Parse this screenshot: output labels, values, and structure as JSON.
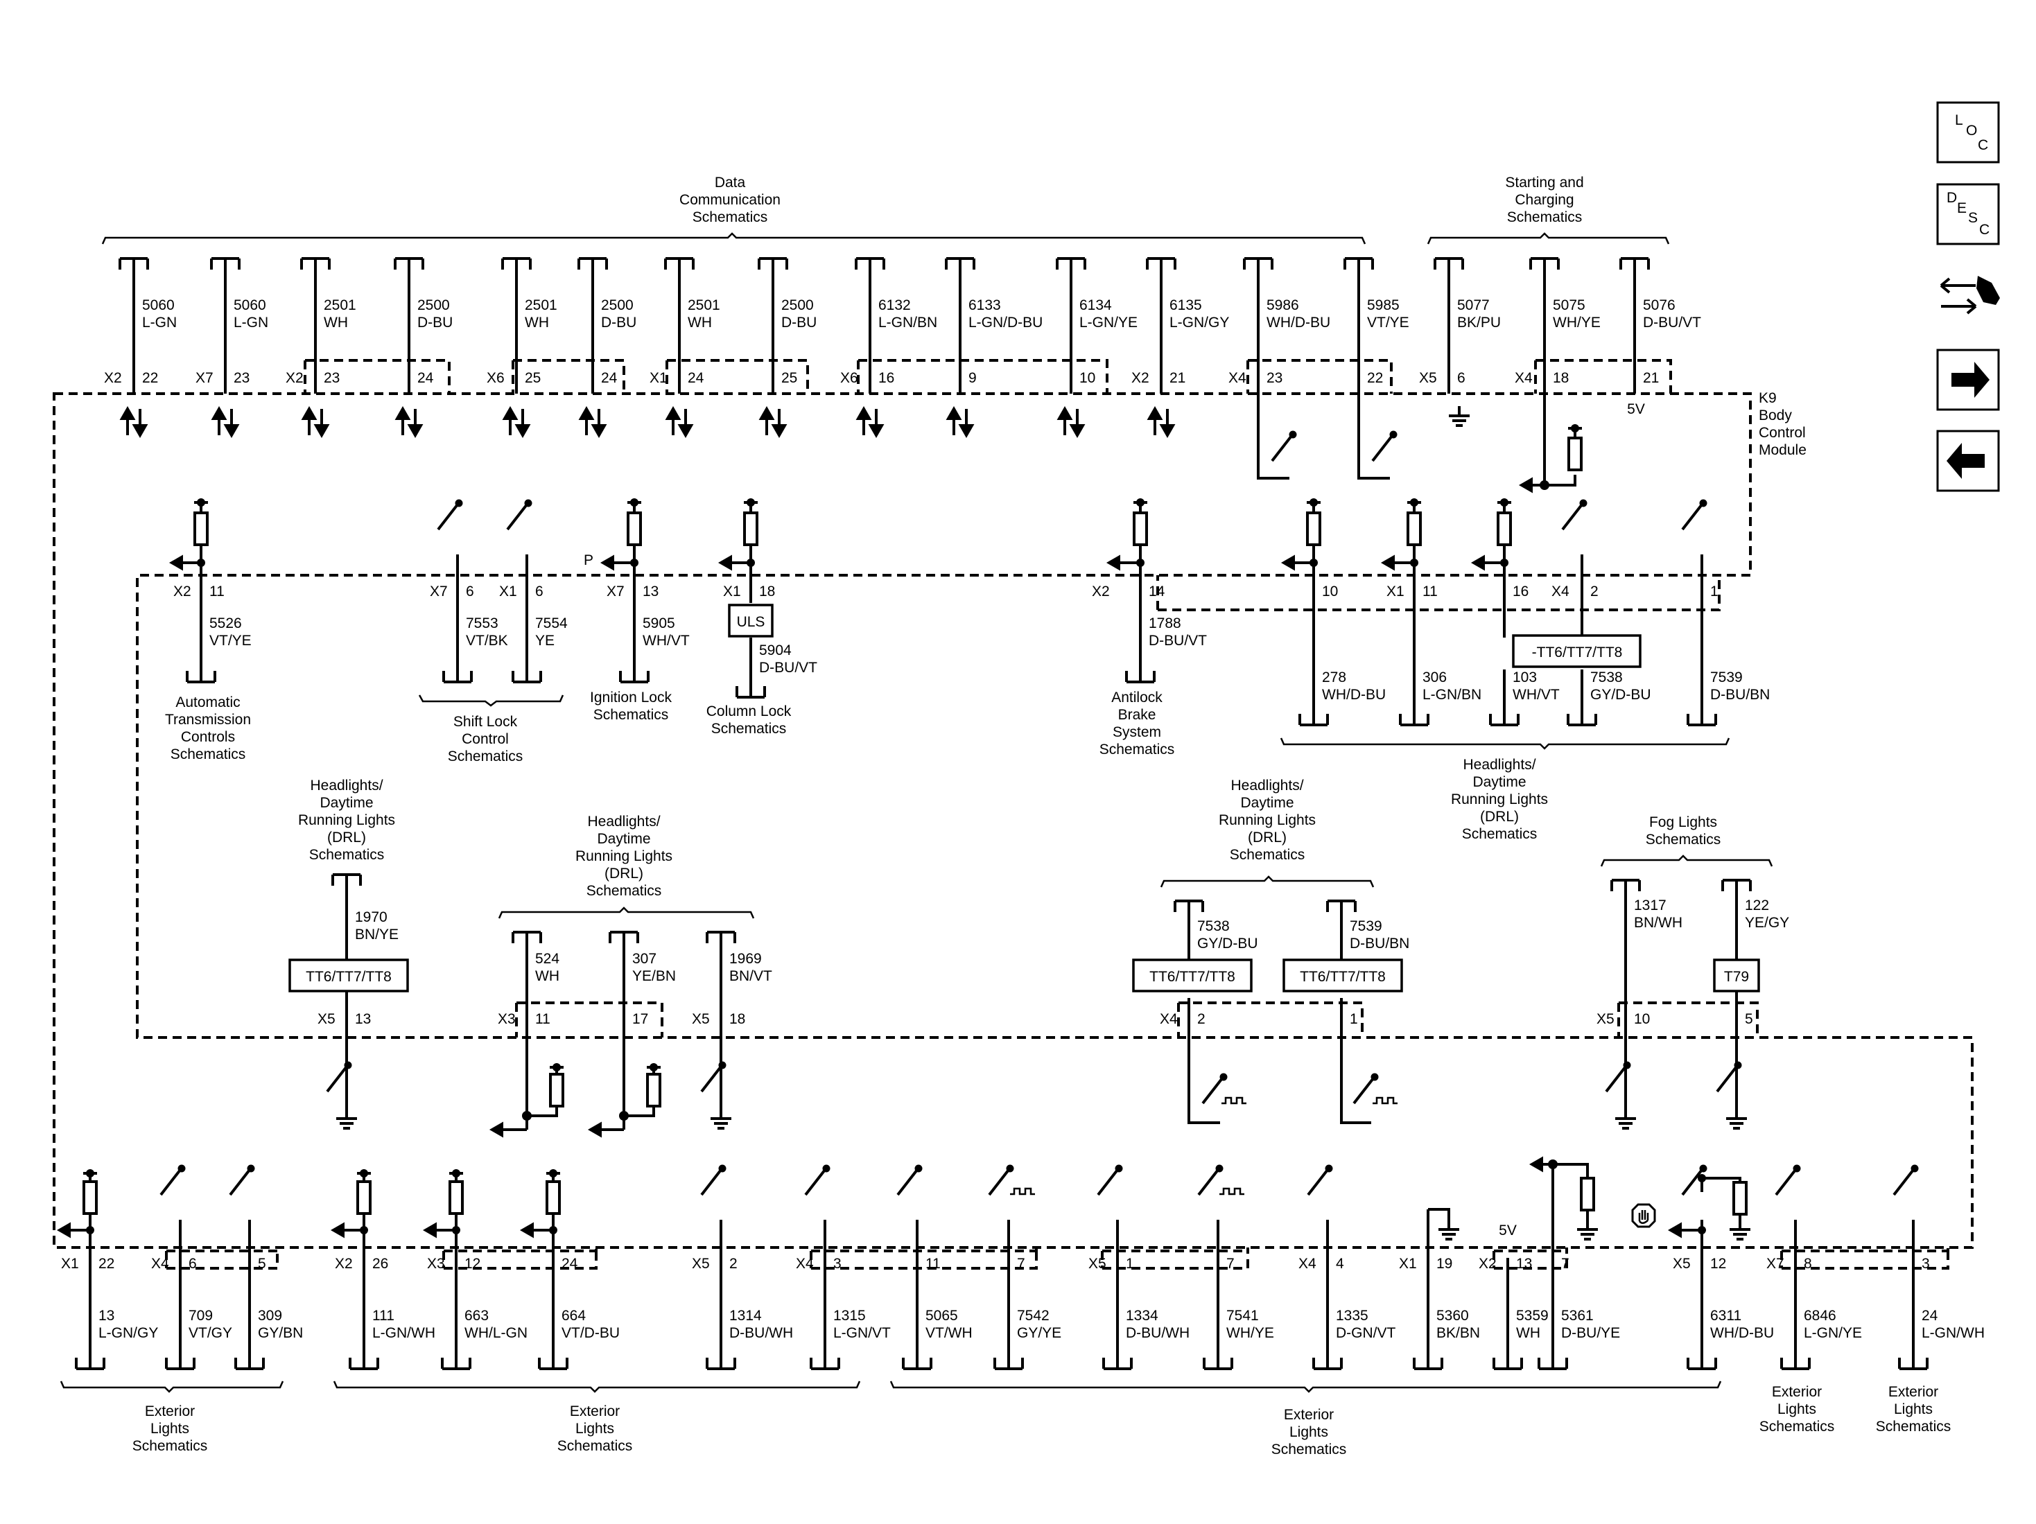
{
  "module": {
    "ref": "K9",
    "l1": "Body",
    "l2": "Control",
    "l3": "Module"
  },
  "refs": {
    "data_comm": [
      "Data",
      "Communication",
      "Schematics"
    ],
    "starting": [
      "Starting and",
      "Charging",
      "Schematics"
    ],
    "atc": [
      "Automatic",
      "Transmission",
      "Controls",
      "Schematics"
    ],
    "shift": [
      "Shift Lock",
      "Control",
      "Schematics"
    ],
    "ign": [
      "Ignition Lock",
      "Schematics"
    ],
    "col": [
      "Column Lock",
      "Schematics"
    ],
    "abs": [
      "Antilock",
      "Brake",
      "System",
      "Schematics"
    ],
    "hl_right": [
      "Headlights/",
      "Daytime",
      "Running Lights",
      "(DRL)",
      "Schematics"
    ],
    "hl_left": [
      "Headlights/",
      "Daytime",
      "Running Lights",
      "(DRL)",
      "Schematics"
    ],
    "hl_mid": [
      "Headlights/",
      "Daytime",
      "Running Lights",
      "(DRL)",
      "Schematics"
    ],
    "hl_center": [
      "Headlights/",
      "Daytime",
      "Running Lights",
      "(DRL)",
      "Schematics"
    ],
    "fog": [
      "Fog Lights",
      "Schematics"
    ],
    "ext1": [
      "Exterior",
      "Lights",
      "Schematics"
    ],
    "ext2": [
      "Exterior",
      "Lights",
      "Schematics"
    ],
    "ext3": [
      "Exterior",
      "Lights",
      "Schematics"
    ],
    "ext4": [
      "Exterior",
      "Lights",
      "Schematics"
    ],
    "ext5": [
      "Exterior",
      "Lights",
      "Schematics"
    ]
  },
  "top_circuits": [
    {
      "num": "5060",
      "color": "L-GN",
      "conn": "X2",
      "pin": "22"
    },
    {
      "num": "5060",
      "color": "L-GN",
      "conn": "X7",
      "pin": "23"
    },
    {
      "num": "2501",
      "color": "WH",
      "conn": "X2",
      "pin": "23"
    },
    {
      "num": "2500",
      "color": "D-BU",
      "conn": "",
      "pin": "24"
    },
    {
      "num": "2501",
      "color": "WH",
      "conn": "X6",
      "pin": "25"
    },
    {
      "num": "2500",
      "color": "D-BU",
      "conn": "",
      "pin": "24"
    },
    {
      "num": "2501",
      "color": "WH",
      "conn": "X1",
      "pin": "24"
    },
    {
      "num": "2500",
      "color": "D-BU",
      "conn": "",
      "pin": "25"
    },
    {
      "num": "6132",
      "color": "L-GN/BN",
      "conn": "X6",
      "pin": "16"
    },
    {
      "num": "6133",
      "color": "L-GN/D-BU",
      "conn": "",
      "pin": "9"
    },
    {
      "num": "6134",
      "color": "L-GN/YE",
      "conn": "",
      "pin": "10"
    },
    {
      "num": "6135",
      "color": "L-GN/GY",
      "conn": "X2",
      "pin": "21"
    },
    {
      "num": "5986",
      "color": "WH/D-BU",
      "conn": "X4",
      "pin": "23"
    },
    {
      "num": "5985",
      "color": "VT/YE",
      "conn": "",
      "pin": "22"
    },
    {
      "num": "5077",
      "color": "BK/PU",
      "conn": "X5",
      "pin": "6"
    },
    {
      "num": "5075",
      "color": "WH/YE",
      "conn": "X4",
      "pin": "18"
    },
    {
      "num": "5076",
      "color": "D-BU/VT",
      "conn": "",
      "pin": "21"
    }
  ],
  "mid_circuits": [
    {
      "num": "5526",
      "color": "VT/YE",
      "conn": "X2",
      "pin": "11"
    },
    {
      "num": "7553",
      "color": "VT/BK",
      "conn": "X7",
      "pin": "6"
    },
    {
      "num": "7554",
      "color": "YE",
      "conn": "X1",
      "pin": "6"
    },
    {
      "num": "5905",
      "color": "WH/VT",
      "conn": "X7",
      "pin": "13"
    },
    {
      "num": "5904",
      "color": "D-BU/VT",
      "conn": "X1",
      "pin": "18"
    },
    {
      "num": "1788",
      "color": "D-BU/VT",
      "conn": "X2",
      "pin": "14"
    },
    {
      "num": "278",
      "color": "WH/D-BU",
      "conn": "",
      "pin": "10"
    },
    {
      "num": "306",
      "color": "L-GN/BN",
      "conn": "X1",
      "pin": "11"
    },
    {
      "num": "103",
      "color": "WH/VT",
      "conn": "",
      "pin": "16"
    },
    {
      "num": "7538",
      "color": "GY/D-BU",
      "conn": "X4",
      "pin": "2"
    },
    {
      "num": "7539",
      "color": "D-BU/BN",
      "conn": "",
      "pin": "1"
    }
  ],
  "lower_circuits": [
    {
      "num": "1970",
      "color": "BN/YE",
      "conn": "X5",
      "pin": "13"
    },
    {
      "num": "524",
      "color": "WH",
      "conn": "X3",
      "pin": "11"
    },
    {
      "num": "307",
      "color": "YE/BN",
      "conn": "",
      "pin": "17"
    },
    {
      "num": "1969",
      "color": "BN/VT",
      "conn": "X5",
      "pin": "18"
    },
    {
      "num": "7538",
      "color": "GY/D-BU",
      "conn": "X4",
      "pin": "2"
    },
    {
      "num": "7539",
      "color": "D-BU/BN",
      "conn": "",
      "pin": "1"
    },
    {
      "num": "1317",
      "color": "BN/WH",
      "conn": "X5",
      "pin": "10"
    },
    {
      "num": "122",
      "color": "YE/GY",
      "conn": "",
      "pin": "5"
    }
  ],
  "bottom_circuits": [
    {
      "num": "13",
      "color": "L-GN/GY",
      "conn": "X1",
      "pin": "22"
    },
    {
      "num": "709",
      "color": "VT/GY",
      "conn": "X4",
      "pin": "6"
    },
    {
      "num": "309",
      "color": "GY/BN",
      "conn": "",
      "pin": "5"
    },
    {
      "num": "111",
      "color": "L-GN/WH",
      "conn": "X2",
      "pin": "26"
    },
    {
      "num": "663",
      "color": "WH/L-GN",
      "conn": "X3",
      "pin": "12"
    },
    {
      "num": "664",
      "color": "VT/D-BU",
      "conn": "",
      "pin": "24"
    },
    {
      "num": "1314",
      "color": "D-BU/WH",
      "conn": "X5",
      "pin": "2"
    },
    {
      "num": "1315",
      "color": "L-GN/VT",
      "conn": "X4",
      "pin": "3"
    },
    {
      "num": "5065",
      "color": "VT/WH",
      "conn": "",
      "pin": "11"
    },
    {
      "num": "7542",
      "color": "GY/YE",
      "conn": "",
      "pin": "7"
    },
    {
      "num": "1334",
      "color": "D-BU/WH",
      "conn": "X5",
      "pin": "1"
    },
    {
      "num": "7541",
      "color": "WH/YE",
      "conn": "",
      "pin": "7"
    },
    {
      "num": "1335",
      "color": "D-GN/VT",
      "conn": "X4",
      "pin": "4"
    },
    {
      "num": "5360",
      "color": "BK/BN",
      "conn": "X1",
      "pin": "19"
    },
    {
      "num": "5359",
      "color": "WH",
      "conn": "X2",
      "pin": "13"
    },
    {
      "num": "5361",
      "color": "D-BU/YE",
      "conn": "",
      "pin": "7"
    },
    {
      "num": "6311",
      "color": "WH/D-BU",
      "conn": "X5",
      "pin": "12"
    },
    {
      "num": "6846",
      "color": "L-GN/YE",
      "conn": "X7",
      "pin": "8"
    },
    {
      "num": "24",
      "color": "L-GN/WH",
      "conn": "",
      "pin": "3"
    }
  ],
  "components": {
    "tt": "TT6/TT7/TT8",
    "tt_dash": "-TT6/TT7/TT8",
    "uls": "ULS",
    "t79": "T79",
    "v5": "5V",
    "p": "P"
  },
  "nav": {
    "loc": [
      "L",
      "O",
      "C"
    ],
    "desc": [
      "D",
      "E",
      "S",
      "C"
    ]
  }
}
